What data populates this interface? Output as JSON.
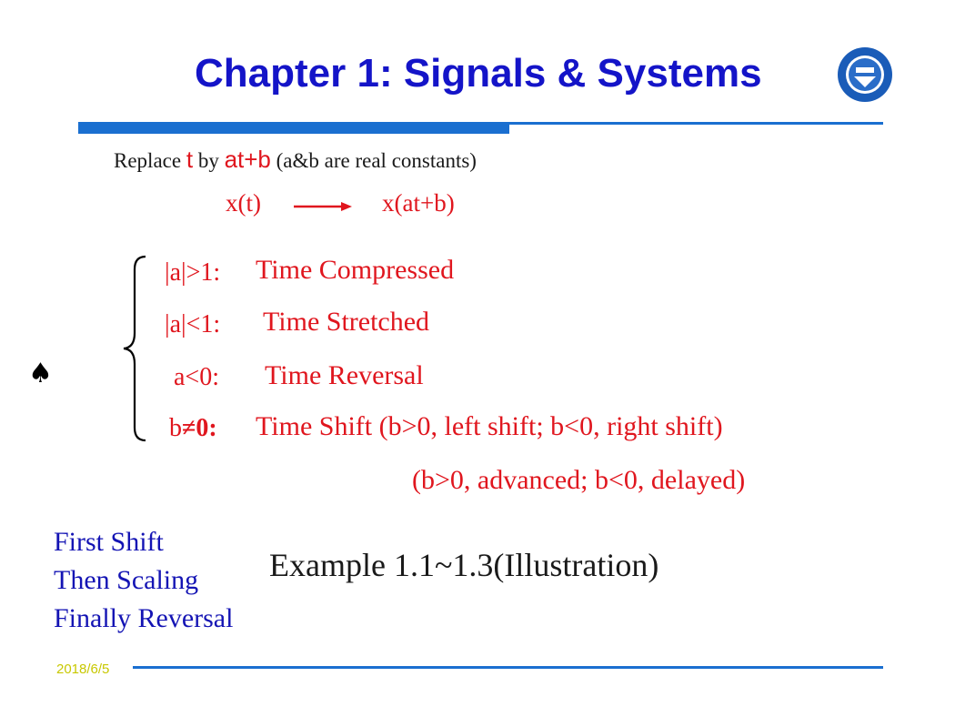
{
  "header": {
    "title": "Chapter 1: Signals & Systems"
  },
  "intro": {
    "replace": "Replace",
    "t": "t",
    "by": "by",
    "atb": "at+b",
    "note": "(a&b are real constants)"
  },
  "mapping": {
    "from": "x(t)",
    "to": "x(at+b)"
  },
  "cases": [
    {
      "cond": "|a|>1:",
      "desc": "Time Compressed"
    },
    {
      "cond": "|a|<1:",
      "desc": "Time Stretched"
    },
    {
      "cond": "a<0:",
      "desc": "Time Reversal"
    },
    {
      "cond_prefix": "b",
      "cond_neq": "≠0:",
      "desc": "Time Shift (b>0, left shift; b<0, right shift)"
    }
  ],
  "shift_note": "(b>0, advanced; b<0, delayed)",
  "marker": "♠",
  "steps": [
    "First Shift",
    "Then Scaling",
    "Finally Reversal"
  ],
  "example": "Example 1.1~1.3(Illustration)",
  "footer": {
    "date": "2018/6/5"
  },
  "colors": {
    "title": "#1414c8",
    "accent_red": "#e0161e",
    "rule_blue": "#1a6fd0",
    "steps_blue": "#1414b4"
  },
  "icons": {
    "logo": "university-seal-icon",
    "arrow": "right-arrow-icon",
    "brace": "left-brace-icon"
  }
}
